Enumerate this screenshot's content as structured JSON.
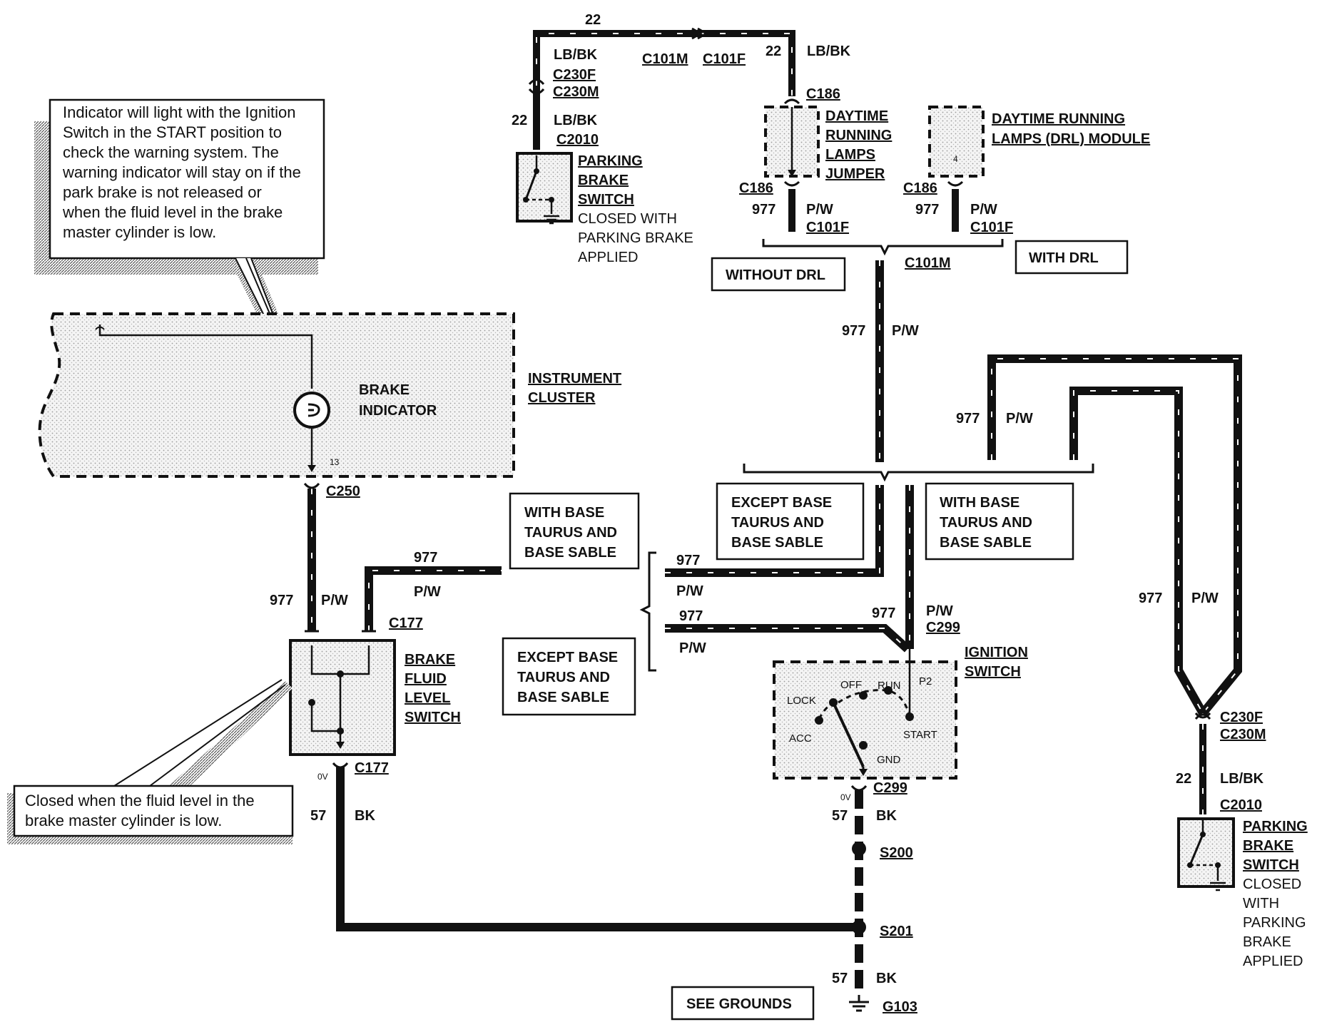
{
  "callouts": {
    "indicator_note": [
      "Indicator will light with the Ignition",
      "Switch in the START position to",
      "check the warning system.  The",
      "warning indicator will stay on if the",
      "park brake is not released or",
      "when the fluid level in the brake",
      "master cylinder is low."
    ],
    "fluid_note": [
      "Closed when the fluid level in the",
      "brake master cylinder is low."
    ]
  },
  "components": {
    "instrument_cluster": [
      "INSTRUMENT",
      "CLUSTER"
    ],
    "brake_indicator": [
      "BRAKE",
      "INDICATOR"
    ],
    "cluster_pin": "13",
    "brake_fluid_switch": [
      "BRAKE",
      "FLUID",
      "LEVEL",
      "SWITCH"
    ],
    "ignition_switch": [
      "IGNITION",
      "SWITCH"
    ],
    "ignition_positions": {
      "lock": "LOCK",
      "off": "OFF",
      "run": "RUN",
      "acc": "ACC",
      "start": "START",
      "gnd": "GND",
      "p2": "P2"
    },
    "parking_switch_left": {
      "title": [
        "PARKING",
        "BRAKE",
        "SWITCH"
      ],
      "desc": [
        "CLOSED WITH",
        "PARKING BRAKE",
        "APPLIED"
      ]
    },
    "parking_switch_right": {
      "title": [
        "PARKING",
        "BRAKE",
        "SWITCH"
      ],
      "desc": [
        "CLOSED",
        "WITH",
        "PARKING",
        "BRAKE",
        "APPLIED"
      ]
    },
    "drl_jumper": [
      "DAYTIME",
      "RUNNING",
      "LAMPS",
      "JUMPER"
    ],
    "drl_module": [
      "DAYTIME RUNNING",
      "LAMPS (DRL) MODULE"
    ],
    "drl_module_pin": "4"
  },
  "boxes": {
    "without_drl": "WITHOUT DRL",
    "with_drl": "WITH DRL",
    "except_base_upper": [
      "EXCEPT BASE",
      "TAURUS AND",
      "BASE SABLE"
    ],
    "with_base_upper": [
      "WITH BASE",
      "TAURUS AND",
      "BASE SABLE"
    ],
    "with_base_left": [
      "WITH BASE",
      "TAURUS AND",
      "BASE SABLE"
    ],
    "except_base_left": [
      "EXCEPT BASE",
      "TAURUS AND",
      "BASE SABLE"
    ],
    "see_grounds": "SEE GROUNDS"
  },
  "connectors": {
    "c250": "C250",
    "c177_top": "C177",
    "c177_bottom": "C177",
    "c299_top": "C299",
    "c299_bottom": "C299",
    "c230f_left": "C230F",
    "c230m_left": "C230M",
    "c2010_left": "C2010",
    "c101m_top": "C101M",
    "c101f_top": "C101F",
    "c186_top": "C186",
    "c186_jumper": "C186",
    "c186_module": "C186",
    "c101f_jumper": "C101F",
    "c101f_module": "C101F",
    "c101m_mid": "C101M",
    "c230f_right": "C230F",
    "c230m_right": "C230M",
    "c2010_right": "C2010",
    "s200": "S200",
    "s201": "S201",
    "g103": "G103"
  },
  "wires": {
    "n977": "977",
    "pw": "P/W",
    "n22": "22",
    "lbbk": "LB/BK",
    "n57": "57",
    "bk": "BK",
    "zero_v": "0V"
  }
}
